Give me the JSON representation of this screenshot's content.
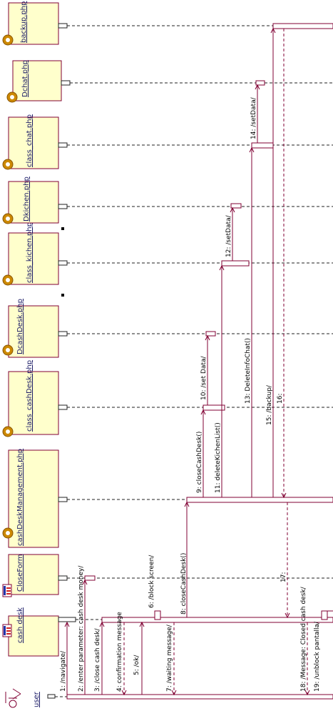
{
  "actor": {
    "label": "user"
  },
  "objects": [
    {
      "id": "cash_desk",
      "label": "cash desk",
      "icon": "form-icon"
    },
    {
      "id": "closeform",
      "label": "CloseForm",
      "icon": "form-icon"
    },
    {
      "id": "cdm",
      "label": "cashDeskManagement.php",
      "icon": "gear-icon"
    },
    {
      "id": "class_cashdesk",
      "label": "class_cashDesk.php",
      "icon": "gear-icon"
    },
    {
      "id": "dcashdesk",
      "label": "DcashDesk.php",
      "icon": "gear-icon"
    },
    {
      "id": "class_kichen",
      "label": "class_kichen.php",
      "icon": "gear-icon"
    },
    {
      "id": "dkichen",
      "label": "Dkichen.php",
      "icon": "gear-icon"
    },
    {
      "id": "class_chat",
      "label": "class_chat.php",
      "icon": "gear-icon"
    },
    {
      "id": "dchat",
      "label": "Dchat.php",
      "icon": "gear-icon"
    },
    {
      "id": "backup",
      "label": "backup.php",
      "icon": "gear-icon"
    }
  ],
  "messages": [
    {
      "label": "1: /navigate/"
    },
    {
      "label": "2: /enter parameter: cash desk money/"
    },
    {
      "label": "3: /close cash desk/"
    },
    {
      "label": "4: confirmation message"
    },
    {
      "label": "5: /ok/"
    },
    {
      "label": "6: /block screen/"
    },
    {
      "label": "7: /waiting message/"
    },
    {
      "label": "8: closeCashDesk()"
    },
    {
      "label": "9: closeCashDesk()"
    },
    {
      "label": "10: /set Data/"
    },
    {
      "label": "11: deleteKichenList()"
    },
    {
      "label": "12: /setData/"
    },
    {
      "label": "13: DeleteInfoChat()"
    },
    {
      "label": "14: /setData/"
    },
    {
      "label": "15: /backup/"
    },
    {
      "label": "16:"
    },
    {
      "label": "17:"
    },
    {
      "label": "18: /Message: Closed cash desk/"
    },
    {
      "label": "19: /unblock pantalla/"
    }
  ],
  "colors": {
    "object_fill": "#ffffcc",
    "border": "#800033",
    "text": "#1a1a66"
  }
}
